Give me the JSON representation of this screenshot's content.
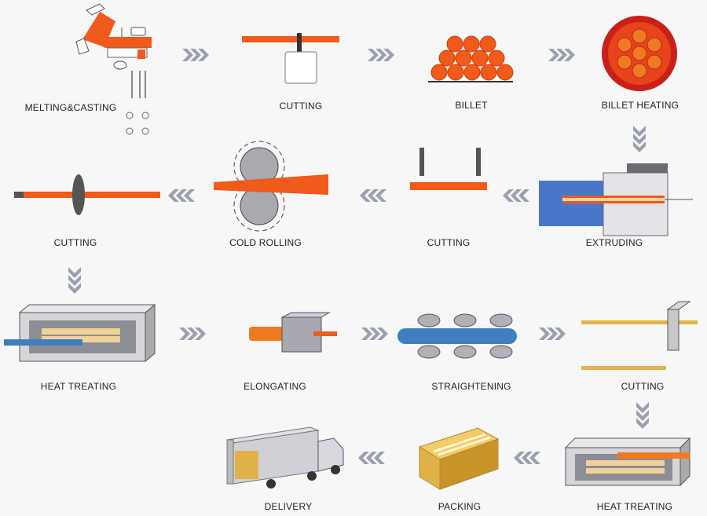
{
  "colors": {
    "orange": "#f05a1a",
    "gray": "#c8c8cc",
    "darkgray": "#5a5a60",
    "blue": "#3f7fc1",
    "gold": "#e2b24a",
    "chevron": "#9aa0ad"
  },
  "steps": [
    {
      "id": "melting",
      "label": "MELTING&CASTING"
    },
    {
      "id": "cutting1",
      "label": "CUTTING"
    },
    {
      "id": "billet",
      "label": "BILLET"
    },
    {
      "id": "billet-heating",
      "label": "BILLET HEATING"
    },
    {
      "id": "extruding",
      "label": "EXTRUDING"
    },
    {
      "id": "cutting2",
      "label": "CUTTING"
    },
    {
      "id": "cold-rolling",
      "label": "COLD ROLLING"
    },
    {
      "id": "cutting3",
      "label": "CUTTING"
    },
    {
      "id": "heat-treating1",
      "label": "HEAT TREATING"
    },
    {
      "id": "elongating",
      "label": "ELONGATING"
    },
    {
      "id": "straightening",
      "label": "STRAIGHTENING"
    },
    {
      "id": "cutting4",
      "label": "CUTTING"
    },
    {
      "id": "heat-treating2",
      "label": "HEAT TREATING"
    },
    {
      "id": "packing",
      "label": "PACKING"
    },
    {
      "id": "delivery",
      "label": "DELIVERY"
    }
  ]
}
